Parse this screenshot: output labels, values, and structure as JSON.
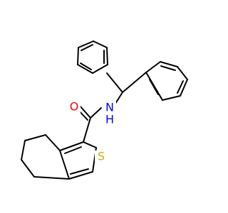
{
  "labels": {
    "oxygen": "O",
    "nitrogen": "N",
    "hydrogen": "H",
    "sulfur": "S"
  },
  "colors": {
    "bond": "#000000",
    "oxygen": "#ff0000",
    "nitrogen": "#0000ff",
    "sulfur": "#c8b400",
    "background": "#ffffff"
  }
}
